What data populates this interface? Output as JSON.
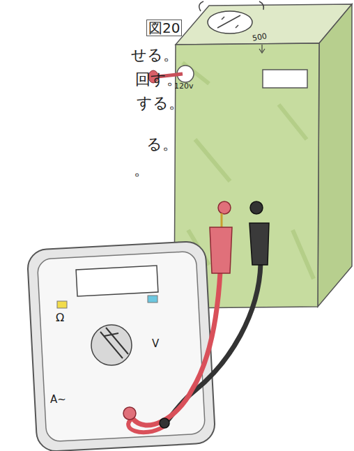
{
  "diagram": {
    "labels": [
      "図20",
      "せる。",
      "回す。",
      "する。",
      "る。",
      "。",
      "500",
      "120v",
      "Ω",
      "V",
      "A~"
    ]
  }
}
